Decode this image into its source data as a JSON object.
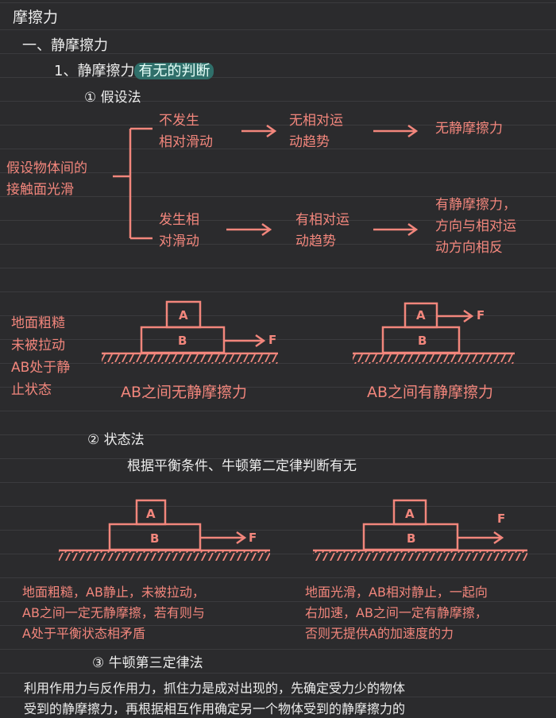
{
  "title": "摩擦力",
  "section1": "一、静摩擦力",
  "sub1": {
    "prefix": "1、静摩擦力",
    "highlight": "有无的判断"
  },
  "m1": {
    "title": "① 假设法",
    "assume": [
      "假设物体间的",
      "接触面光滑"
    ],
    "top": {
      "a": [
        "不发生",
        "相对滑动"
      ],
      "b": [
        "无相对运",
        "动趋势"
      ],
      "c": "无静摩擦力"
    },
    "bottom": {
      "a": [
        "发生相",
        "对滑动"
      ],
      "b": [
        "有相对运",
        "动趋势"
      ],
      "c": [
        "有静摩擦力，",
        "方向与相对运",
        "动方向相反"
      ]
    }
  },
  "fig1": {
    "note": [
      "地面粗糙",
      "未被拉动",
      "AB处于静",
      "止状态"
    ],
    "caption_left": "AB之间无静摩擦力",
    "caption_right": "AB之间有静摩擦力",
    "labelA": "A",
    "labelB": "B",
    "labelF": "F"
  },
  "m2": {
    "title": "② 状态法",
    "desc": "根据平衡条件、牛顿第二定律判断有无",
    "left": [
      "地面粗糙，AB静止，未被拉动，",
      "AB之间一定无静摩擦，若有则与",
      "A处于平衡状态相矛盾"
    ],
    "right": [
      "地面光滑，AB相对静止，一起向",
      "右加速，AB之间一定有静摩擦，",
      "否则无提供A的加速度的力"
    ]
  },
  "m3": {
    "title": "③ 牛顿第三定律法",
    "text": [
      "利用作用力与反作用力，抓住力是成对出现的，先确定受力少的物体",
      "受到的静摩擦力，再根据相互作用确定另一个物体受到的静摩擦力的"
    ]
  },
  "colors": {
    "background": "#2b2b2d",
    "accent": "#f2867c",
    "highlight": "#2f6f6a"
  }
}
